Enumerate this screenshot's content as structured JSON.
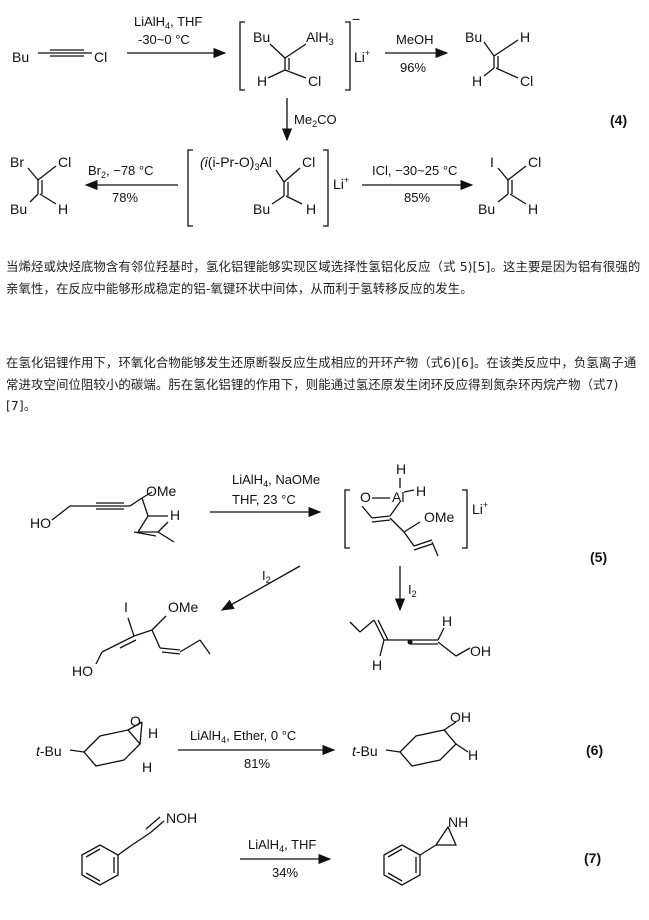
{
  "scheme4": {
    "reactant": "Bu",
    "reactant_cl": "Cl",
    "reagent1": "LiAlH",
    "reagent1_sub": "4",
    "reagent1_rest": ", THF",
    "temp1": "-30~0 °C",
    "int_bu": "Bu",
    "int_al": "AlH",
    "int_al_sub": "3",
    "int_h": "H",
    "int_cl": "Cl",
    "int_charge": "−",
    "int_li": "Li",
    "int_li_sup": "+",
    "reagent_meoh": "MeOH",
    "yield_meoh": "96%",
    "p1_bu": "Bu",
    "p1_h1": "H",
    "p1_h2": "H",
    "p1_cl": "Cl",
    "reagent_me2co": "Me",
    "reagent_me2co_sub": "2",
    "reagent_me2co_rest": "CO",
    "eq_num": "(4)",
    "int2_al": "(i-Pr-O)",
    "int2_al_sub": "3",
    "int2_al_rest": "Al",
    "int2_cl": "Cl",
    "int2_bu": "Bu",
    "int2_h": "H",
    "int2_li": "Li",
    "int2_li_sup": "+",
    "reagent_br2": "Br",
    "reagent_br2_sub": "2",
    "reagent_br2_rest": ", −78 °C",
    "yield_br2": "78%",
    "p2_br": "Br",
    "p2_cl": "Cl",
    "p2_bu": "Bu",
    "p2_h": "H",
    "reagent_icl": "ICl, −30~25 °C",
    "yield_icl": "85%",
    "p3_i": "I",
    "p3_cl": "Cl",
    "p3_bu": "Bu",
    "p3_h": "H"
  },
  "para1": "当烯烃或炔烃底物含有邻位羟基时，氢化铝锂能够实现区域选择性氢铝化反应（式 5)[5]。这主要是因为铝有很强的亲氧性，在反应中能够形成稳定的铝-氧键环状中间体，从而利于氢转移反应的发生。",
  "para2": "在氢化铝锂作用下，环氧化合物能够发生还原断裂反应生成相应的开环产物（式6)[6]。在该类反应中，负氢离子通常进攻空间位阻较小的碳端。肟在氢化铝锂的作用下，则能通过氢还原发生闭环反应得到氮杂环丙烷产物（式7)[7]。",
  "scheme5": {
    "sm_ho": "HO",
    "sm_ome": "OMe",
    "reagent": "LiAlH",
    "reagent_sub": "4",
    "reagent_rest": ", NaOMe",
    "cond": "THF, 23 °C",
    "int_o": "O",
    "int_al": "Al",
    "int_h1": "H",
    "int_h2": "H",
    "int_ome": "OMe",
    "int_li": "Li",
    "int_li_sup": "+",
    "i2_left": "I",
    "i2_left_sub": "2",
    "i2_down": "I",
    "i2_down_sub": "2",
    "eq_num": "(5)",
    "pa_i": "I",
    "pa_ome": "OMe",
    "pa_ho": "HO",
    "pb_h1": "H",
    "pb_h2": "H",
    "pb_oh": "OH"
  },
  "scheme6": {
    "sm_tbu": "t-Bu",
    "sm_h1": "H",
    "sm_h2": "H",
    "reagent": "LiAlH",
    "reagent_sub": "4",
    "reagent_rest": ", Ether, 0 °C",
    "yield": "81%",
    "p_tbu": "t-Bu",
    "p_oh": "OH",
    "p_h": "H",
    "eq_num": "(6)"
  },
  "scheme7": {
    "sm_noh": "NOH",
    "reagent": "LiAlH",
    "reagent_sub": "4",
    "reagent_rest": ", THF",
    "yield": "34%",
    "p_nh": "NH",
    "eq_num": "(7)"
  }
}
